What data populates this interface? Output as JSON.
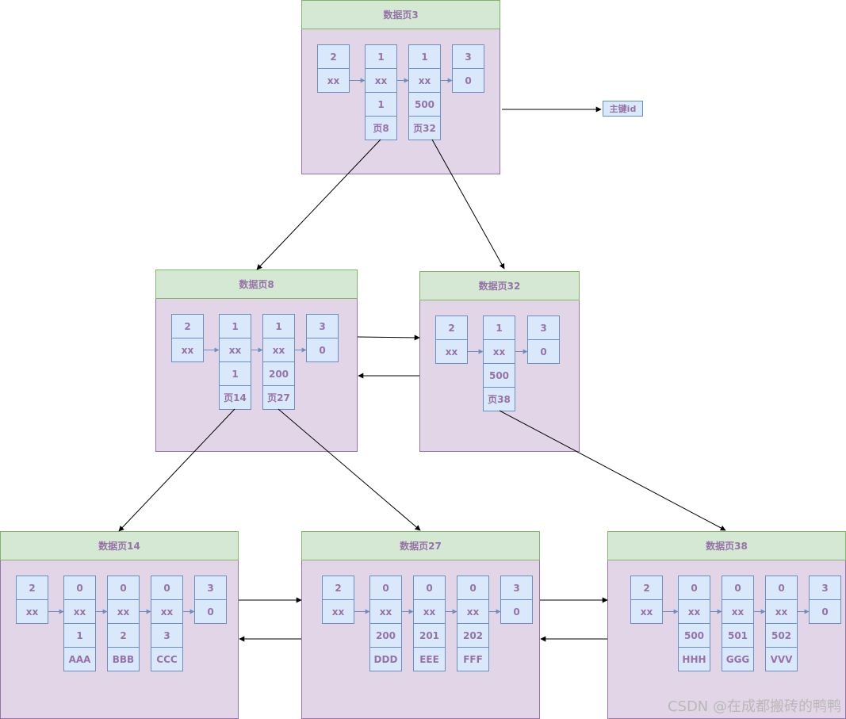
{
  "legend_label": "主键id",
  "watermark": "CSDN @在成都搬砖的鸭鸭",
  "colors": {
    "page_fill": "#e1d5e7",
    "page_border": "#9673a6",
    "title_fill": "#d5e8d4",
    "title_border": "#82b366",
    "cell_fill": "#dae8fc",
    "cell_border": "#6c8ebf",
    "text": "#9673a6",
    "link": "#000000",
    "chain_arrow": "#6c8ebf"
  },
  "pages": [
    {
      "id": "p3",
      "title": "数据页3",
      "records": [
        [
          "2",
          "xx"
        ],
        [
          "1",
          "xx",
          "1",
          "页8"
        ],
        [
          "1",
          "xx",
          "500",
          "页32"
        ],
        [
          "3",
          "0"
        ]
      ]
    },
    {
      "id": "p8",
      "title": "数据页8",
      "records": [
        [
          "2",
          "xx"
        ],
        [
          "1",
          "xx",
          "1",
          "页14"
        ],
        [
          "1",
          "xx",
          "200",
          "页27"
        ],
        [
          "3",
          "0"
        ]
      ]
    },
    {
      "id": "p32",
      "title": "数据页32",
      "records": [
        [
          "2",
          "xx"
        ],
        [
          "1",
          "xx",
          "500",
          "页38"
        ],
        [
          "3",
          "0"
        ]
      ]
    },
    {
      "id": "p14",
      "title": "数据页14",
      "records": [
        [
          "2",
          "xx"
        ],
        [
          "0",
          "xx",
          "1",
          "AAA"
        ],
        [
          "0",
          "xx",
          "2",
          "BBB"
        ],
        [
          "0",
          "xx",
          "3",
          "CCC"
        ],
        [
          "3",
          "0"
        ]
      ]
    },
    {
      "id": "p27",
      "title": "数据页27",
      "records": [
        [
          "2",
          "xx"
        ],
        [
          "0",
          "xx",
          "200",
          "DDD"
        ],
        [
          "0",
          "xx",
          "201",
          "EEE"
        ],
        [
          "0",
          "xx",
          "202",
          "FFF"
        ],
        [
          "3",
          "0"
        ]
      ]
    },
    {
      "id": "p38",
      "title": "数据页38",
      "records": [
        [
          "2",
          "xx"
        ],
        [
          "0",
          "xx",
          "500",
          "HHH"
        ],
        [
          "0",
          "xx",
          "501",
          "GGG"
        ],
        [
          "0",
          "xx",
          "502",
          "VVV"
        ],
        [
          "3",
          "0"
        ]
      ]
    }
  ]
}
